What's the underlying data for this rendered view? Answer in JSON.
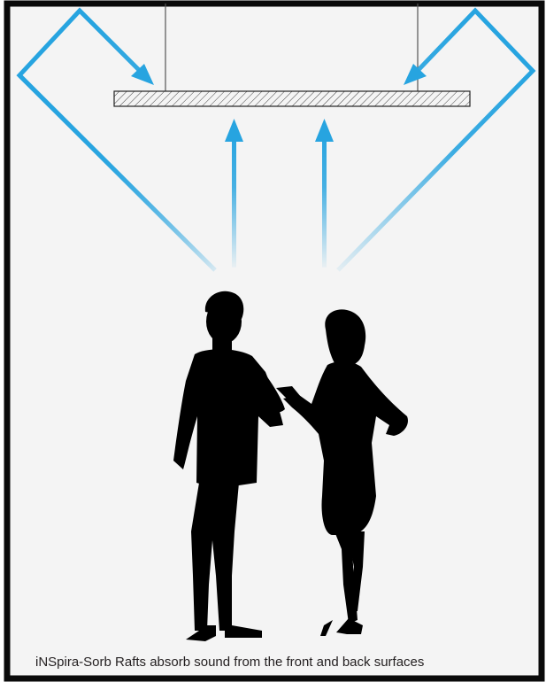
{
  "caption": "iNSpira-Sorb Rafts absorb sound from the front and back surfaces",
  "colors": {
    "border": "#0a0a0a",
    "background": "#f4f4f4",
    "sound_path": "#27a4e0",
    "silhouette": "#000000",
    "raft_stroke": "#222222",
    "hanging_wire": "#555555"
  },
  "elements": {
    "raft": "hatched-ceiling-raft",
    "people": [
      "man-silhouette",
      "woman-silhouette"
    ],
    "arrows": [
      "sound-reflection-left",
      "sound-reflection-right",
      "sound-direct-left",
      "sound-direct-right"
    ]
  }
}
